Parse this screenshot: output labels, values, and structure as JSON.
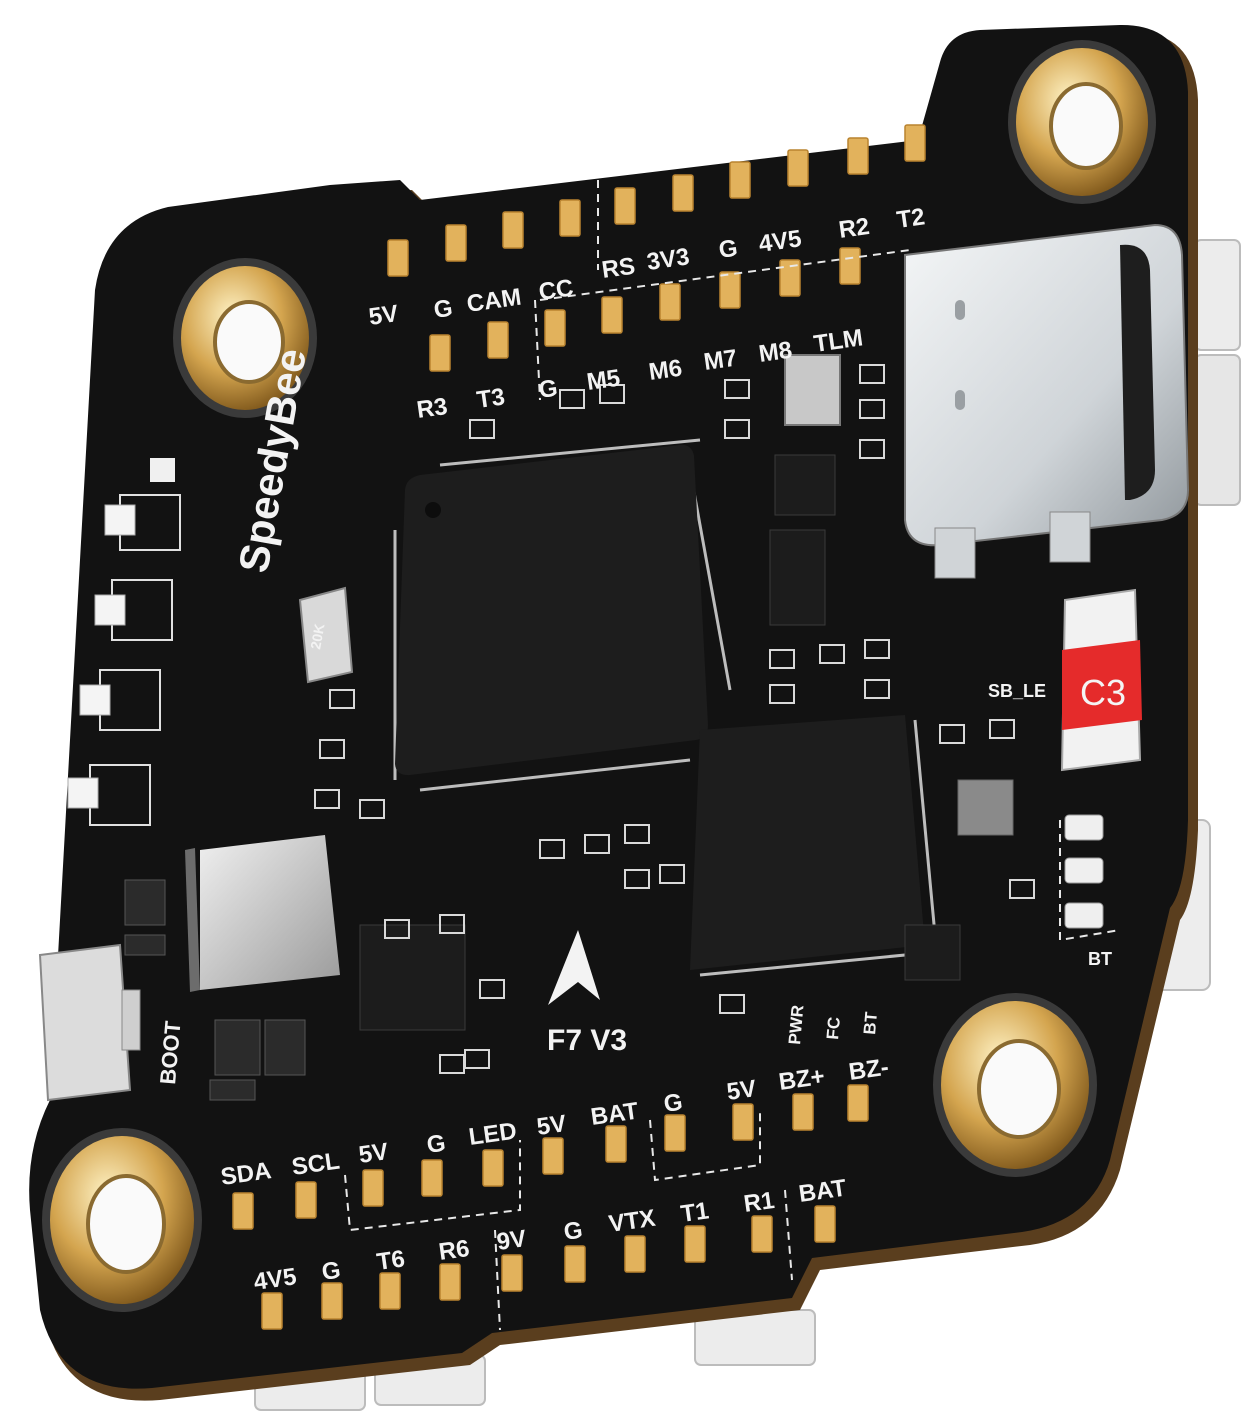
{
  "product": {
    "brand": "SpeedyBee",
    "model": "F7 V3",
    "resistor_marking": "20K",
    "button_label": "BOOT",
    "jumper_label": "SB_LE",
    "bt_label": "BT",
    "status_leds": [
      "PWR",
      "FC",
      "BT"
    ]
  },
  "pad_labels": {
    "top_left_row": [
      "5V",
      "G",
      "CAM",
      "CC"
    ],
    "top_right_row": [
      "RS",
      "3V3",
      "G",
      "4V5",
      "R2",
      "T2"
    ],
    "motor_row": [
      "R3",
      "T3",
      "G",
      "M5",
      "M6",
      "M7",
      "M8",
      "TLM"
    ],
    "bottom_upper_row": [
      "SDA",
      "SCL",
      "5V",
      "G",
      "LED",
      "5V",
      "BAT",
      "G",
      "5V",
      "BZ+",
      "BZ-"
    ],
    "bottom_lower_row": [
      "4V5",
      "G",
      "T6",
      "R6",
      "9V",
      "G",
      "VTX",
      "T1",
      "R1",
      "BAT"
    ]
  },
  "colors": {
    "board": "#121212",
    "pads": "#e2b25c",
    "silkscreen": "#f3f3f3",
    "usb": "#d9dde1",
    "accent_red": "#e52b2b"
  }
}
